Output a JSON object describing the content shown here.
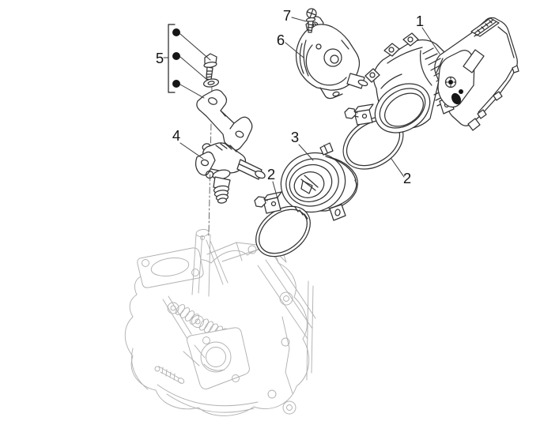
{
  "diagram": {
    "colors": {
      "background": "#ffffff",
      "part_line": "#333333",
      "ghost_line": "#b2b2b2",
      "centerline": "#666666",
      "callout_text": "#141414",
      "fill_dark": "#161616"
    },
    "callouts": {
      "throttle_body": "1",
      "clamp_rear": "2",
      "clamp_front": "2",
      "manifold_joint": "3",
      "injector": "4",
      "hardware_group": "5",
      "cover": "6",
      "screw": "7"
    },
    "hardware_group": {
      "bullet_count": 3
    }
  }
}
